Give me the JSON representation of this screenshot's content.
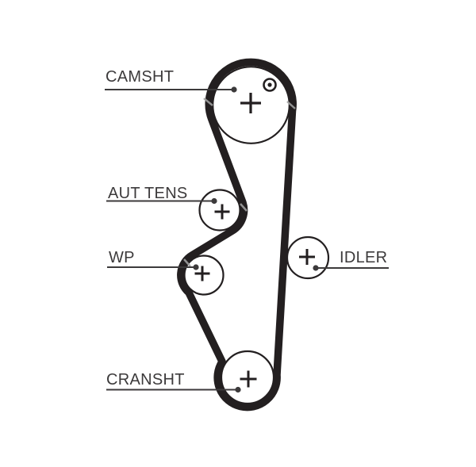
{
  "colors": {
    "background": "#ffffff",
    "belt": "#231f20",
    "outline": "#231f20",
    "label": "#3c3a3b",
    "leader": "#3c3a3b",
    "tick": "#9f9f9f"
  },
  "labels": {
    "camshaft": "CAMSHT",
    "tensioner": "AUT TENS",
    "water_pump": "WP",
    "idler": "IDLER",
    "crankshaft": "CRANSHT"
  }
}
